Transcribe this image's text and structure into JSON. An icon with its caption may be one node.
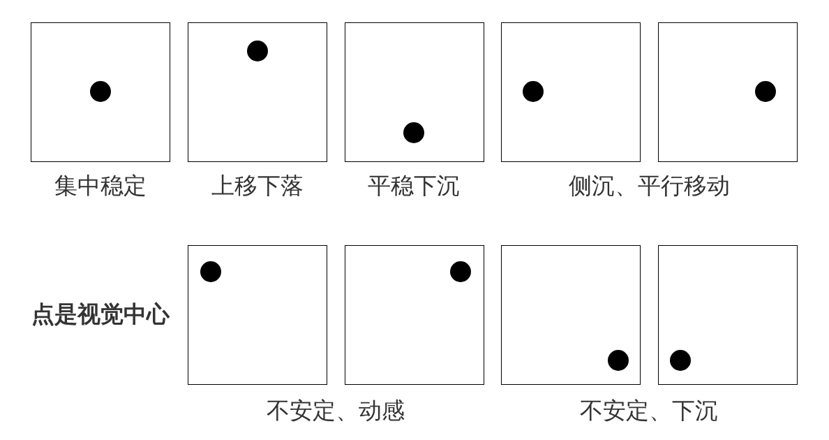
{
  "diagram": {
    "nodes": [
      {
        "text": [],
        "shape": "box"
      },
      {
        "text": [],
        "shape": "circle",
        "in": 0
      },
      {
        "text": [],
        "shape": "box"
      },
      {
        "text": [],
        "shape": "circle",
        "in": 2
      },
      {
        "text": [],
        "shape": "box"
      },
      {
        "text": [],
        "shape": "circle",
        "in": 4
      },
      {
        "text": [],
        "shape": "box"
      },
      {
        "text": [],
        "shape": "circle",
        "in": 6
      },
      {
        "text": [],
        "shape": "box"
      },
      {
        "text": [],
        "shape": "circle",
        "in": 8
      },
      {
        "text": [],
        "shape": "box"
      },
      {
        "text": [],
        "shape": "circle",
        "in": 10
      },
      {
        "text": [],
        "shape": "box"
      },
      {
        "text": [],
        "shape": "circle",
        "in": 12
      },
      {
        "text": [],
        "shape": "box"
      },
      {
        "text": [],
        "shape": "circle",
        "in": 14
      },
      {
        "text": [],
        "shape": "box"
      },
      {
        "text": [],
        "shape": "circle",
        "in": 16
      }
    ],
    "labels": [
      "集中稳定",
      "上移下落",
      "平稳下沉",
      "侧沉、平行移动",
      "点是视觉中心",
      "不安定、动感",
      "不安定、下沉"
    ]
  }
}
